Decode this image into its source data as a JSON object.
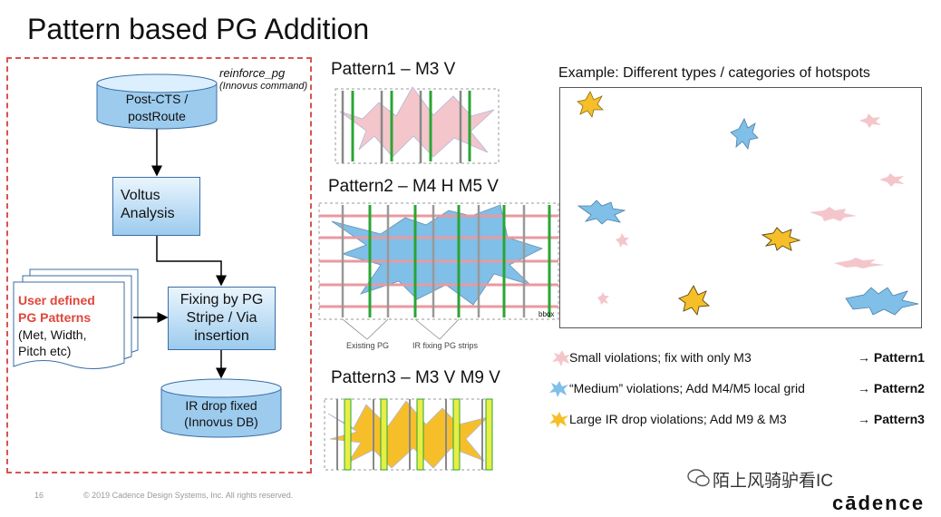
{
  "title": "Pattern based PG Addition",
  "flow": {
    "command": "reinforce_pg",
    "command_note": "(Innovus command)",
    "start_db": [
      "Post-CTS /",
      "postRoute"
    ],
    "analysis": [
      "Voltus",
      "Analysis"
    ],
    "user_patterns_title": [
      "User defined",
      "PG Patterns"
    ],
    "user_patterns_sub": [
      "(Met, Width,",
      "Pitch etc)"
    ],
    "fixing": [
      "Fixing by PG",
      "Stripe / Via",
      "insertion"
    ],
    "end_db": [
      "IR drop fixed",
      "(Innovus DB)"
    ]
  },
  "patterns": {
    "p1_title": "Pattern1 – M3 V",
    "p2_title": "Pattern2 – M4 H M5 V",
    "p3_title": "Pattern3 – M3 V M9 V",
    "bbox_label": "bbox",
    "existing_label": "Existing PG",
    "fixing_label": "IR fixing PG strips"
  },
  "example": {
    "title": "Example: Different types / categories of hotspots"
  },
  "legend": [
    {
      "text": "Small violations; fix with only M3",
      "target": "Pattern1",
      "color": "#f4c6cc"
    },
    {
      "text": "“Medium” violations; Add M4/M5 local grid",
      "target": "Pattern2",
      "color": "#7fbfe8"
    },
    {
      "text": "Large IR drop violations; Add M9 & M3",
      "target": "Pattern3",
      "color": "#f6bf2a"
    }
  ],
  "arrow_glyph": "→",
  "colors": {
    "accent_red": "#e0463a",
    "box_blue": "#9ccbee",
    "green_strip": "#2aa534",
    "pink_hotspot": "#f4c6cc",
    "blue_hotspot": "#7fbfe8",
    "orange_hotspot": "#f6bf2a"
  },
  "footer": {
    "page": "16",
    "copyright": "© 2019 Cadence Design Systems, Inc. All rights reserved."
  },
  "watermark": "陌上风骑驴看IC",
  "logo": "cādence"
}
